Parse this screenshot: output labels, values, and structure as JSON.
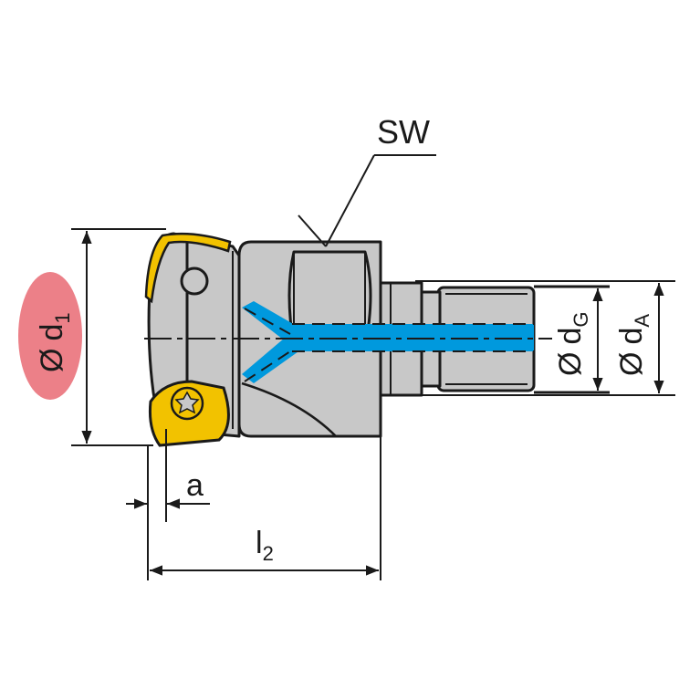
{
  "labels": {
    "sw": "SW",
    "d1": {
      "symbol": "Ø",
      "letter": "d",
      "sub": "1"
    },
    "dG": {
      "symbol": "Ø",
      "letter": "d",
      "sub": "G"
    },
    "dA": {
      "symbol": "Ø",
      "letter": "d",
      "sub": "A"
    },
    "a": "a",
    "l2": {
      "letter": "l",
      "sub": "2"
    }
  },
  "colors": {
    "body": "#c8c8c8",
    "insert": "#f2c200",
    "coolant": "#0099dd",
    "highlight": "#ec8088",
    "line": "#1a1a1a"
  }
}
